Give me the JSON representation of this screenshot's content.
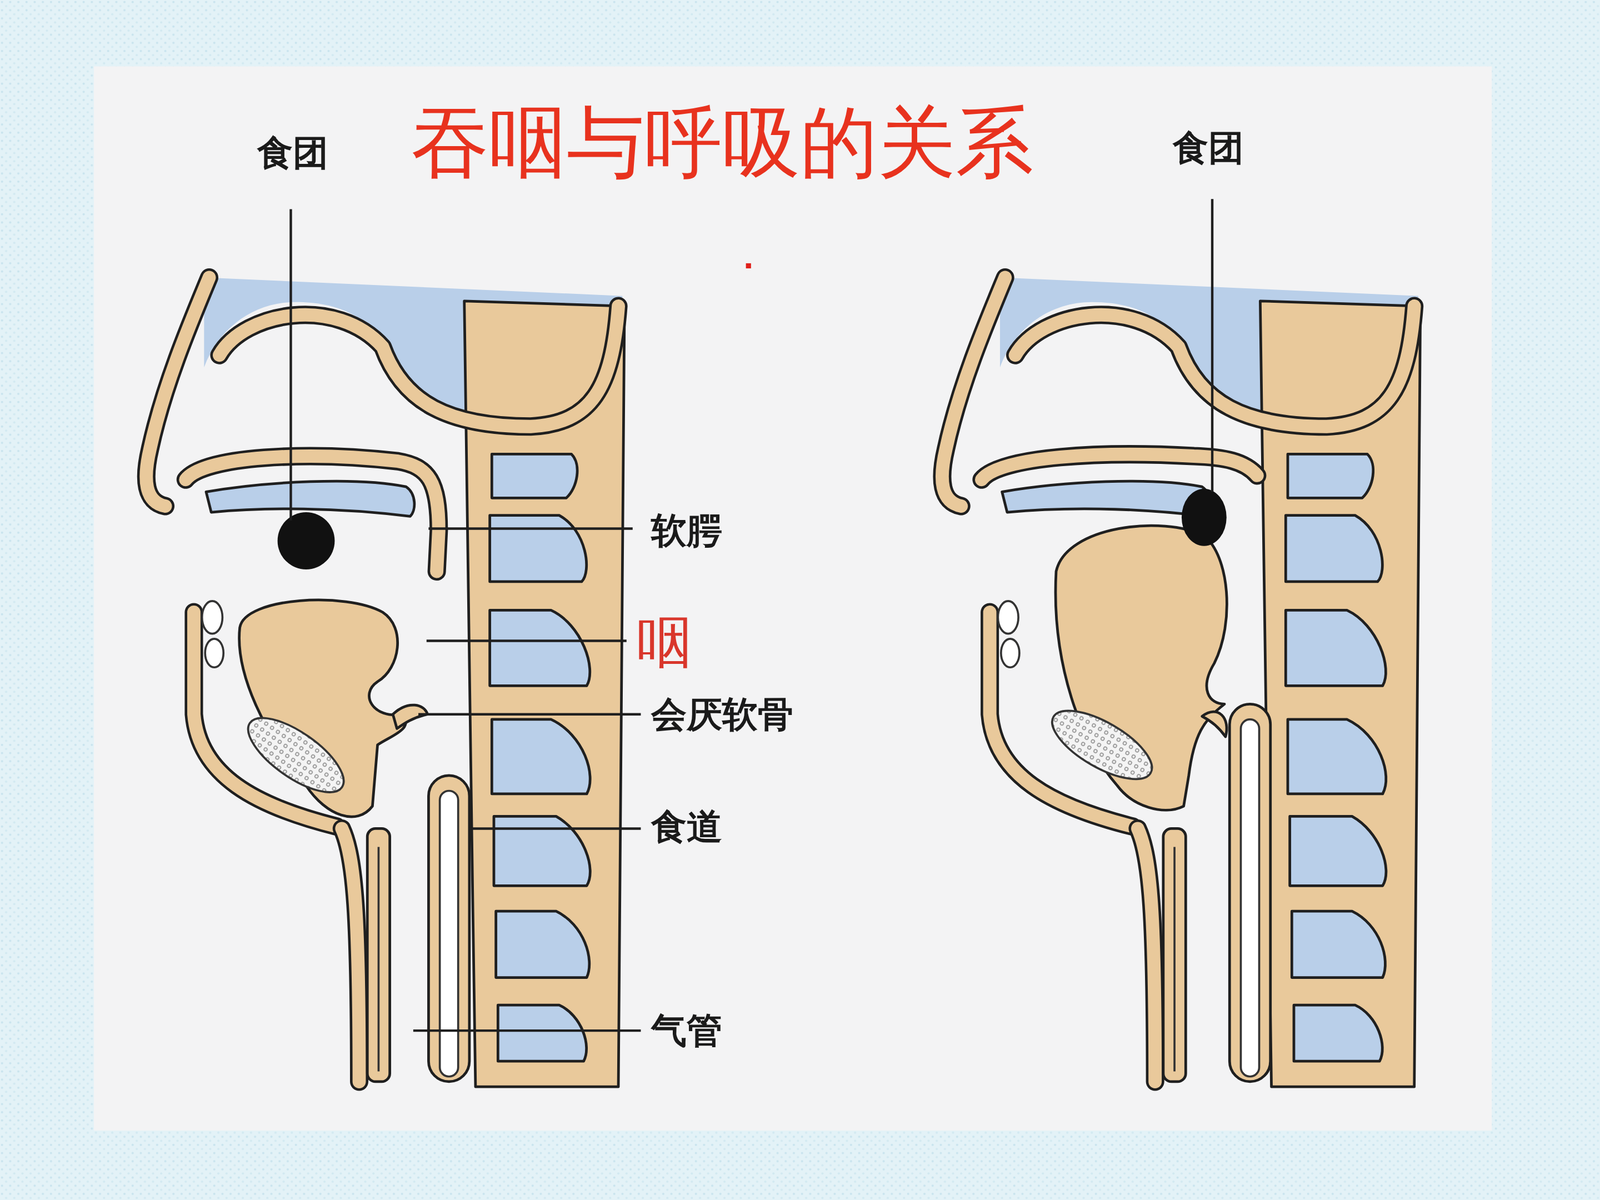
{
  "diagram": {
    "title": "吞咽与呼吸的关系",
    "labels": [
      "食团",
      "食团",
      "软腭",
      "咽",
      "会厌软骨",
      "食道",
      "气管"
    ]
  }
}
